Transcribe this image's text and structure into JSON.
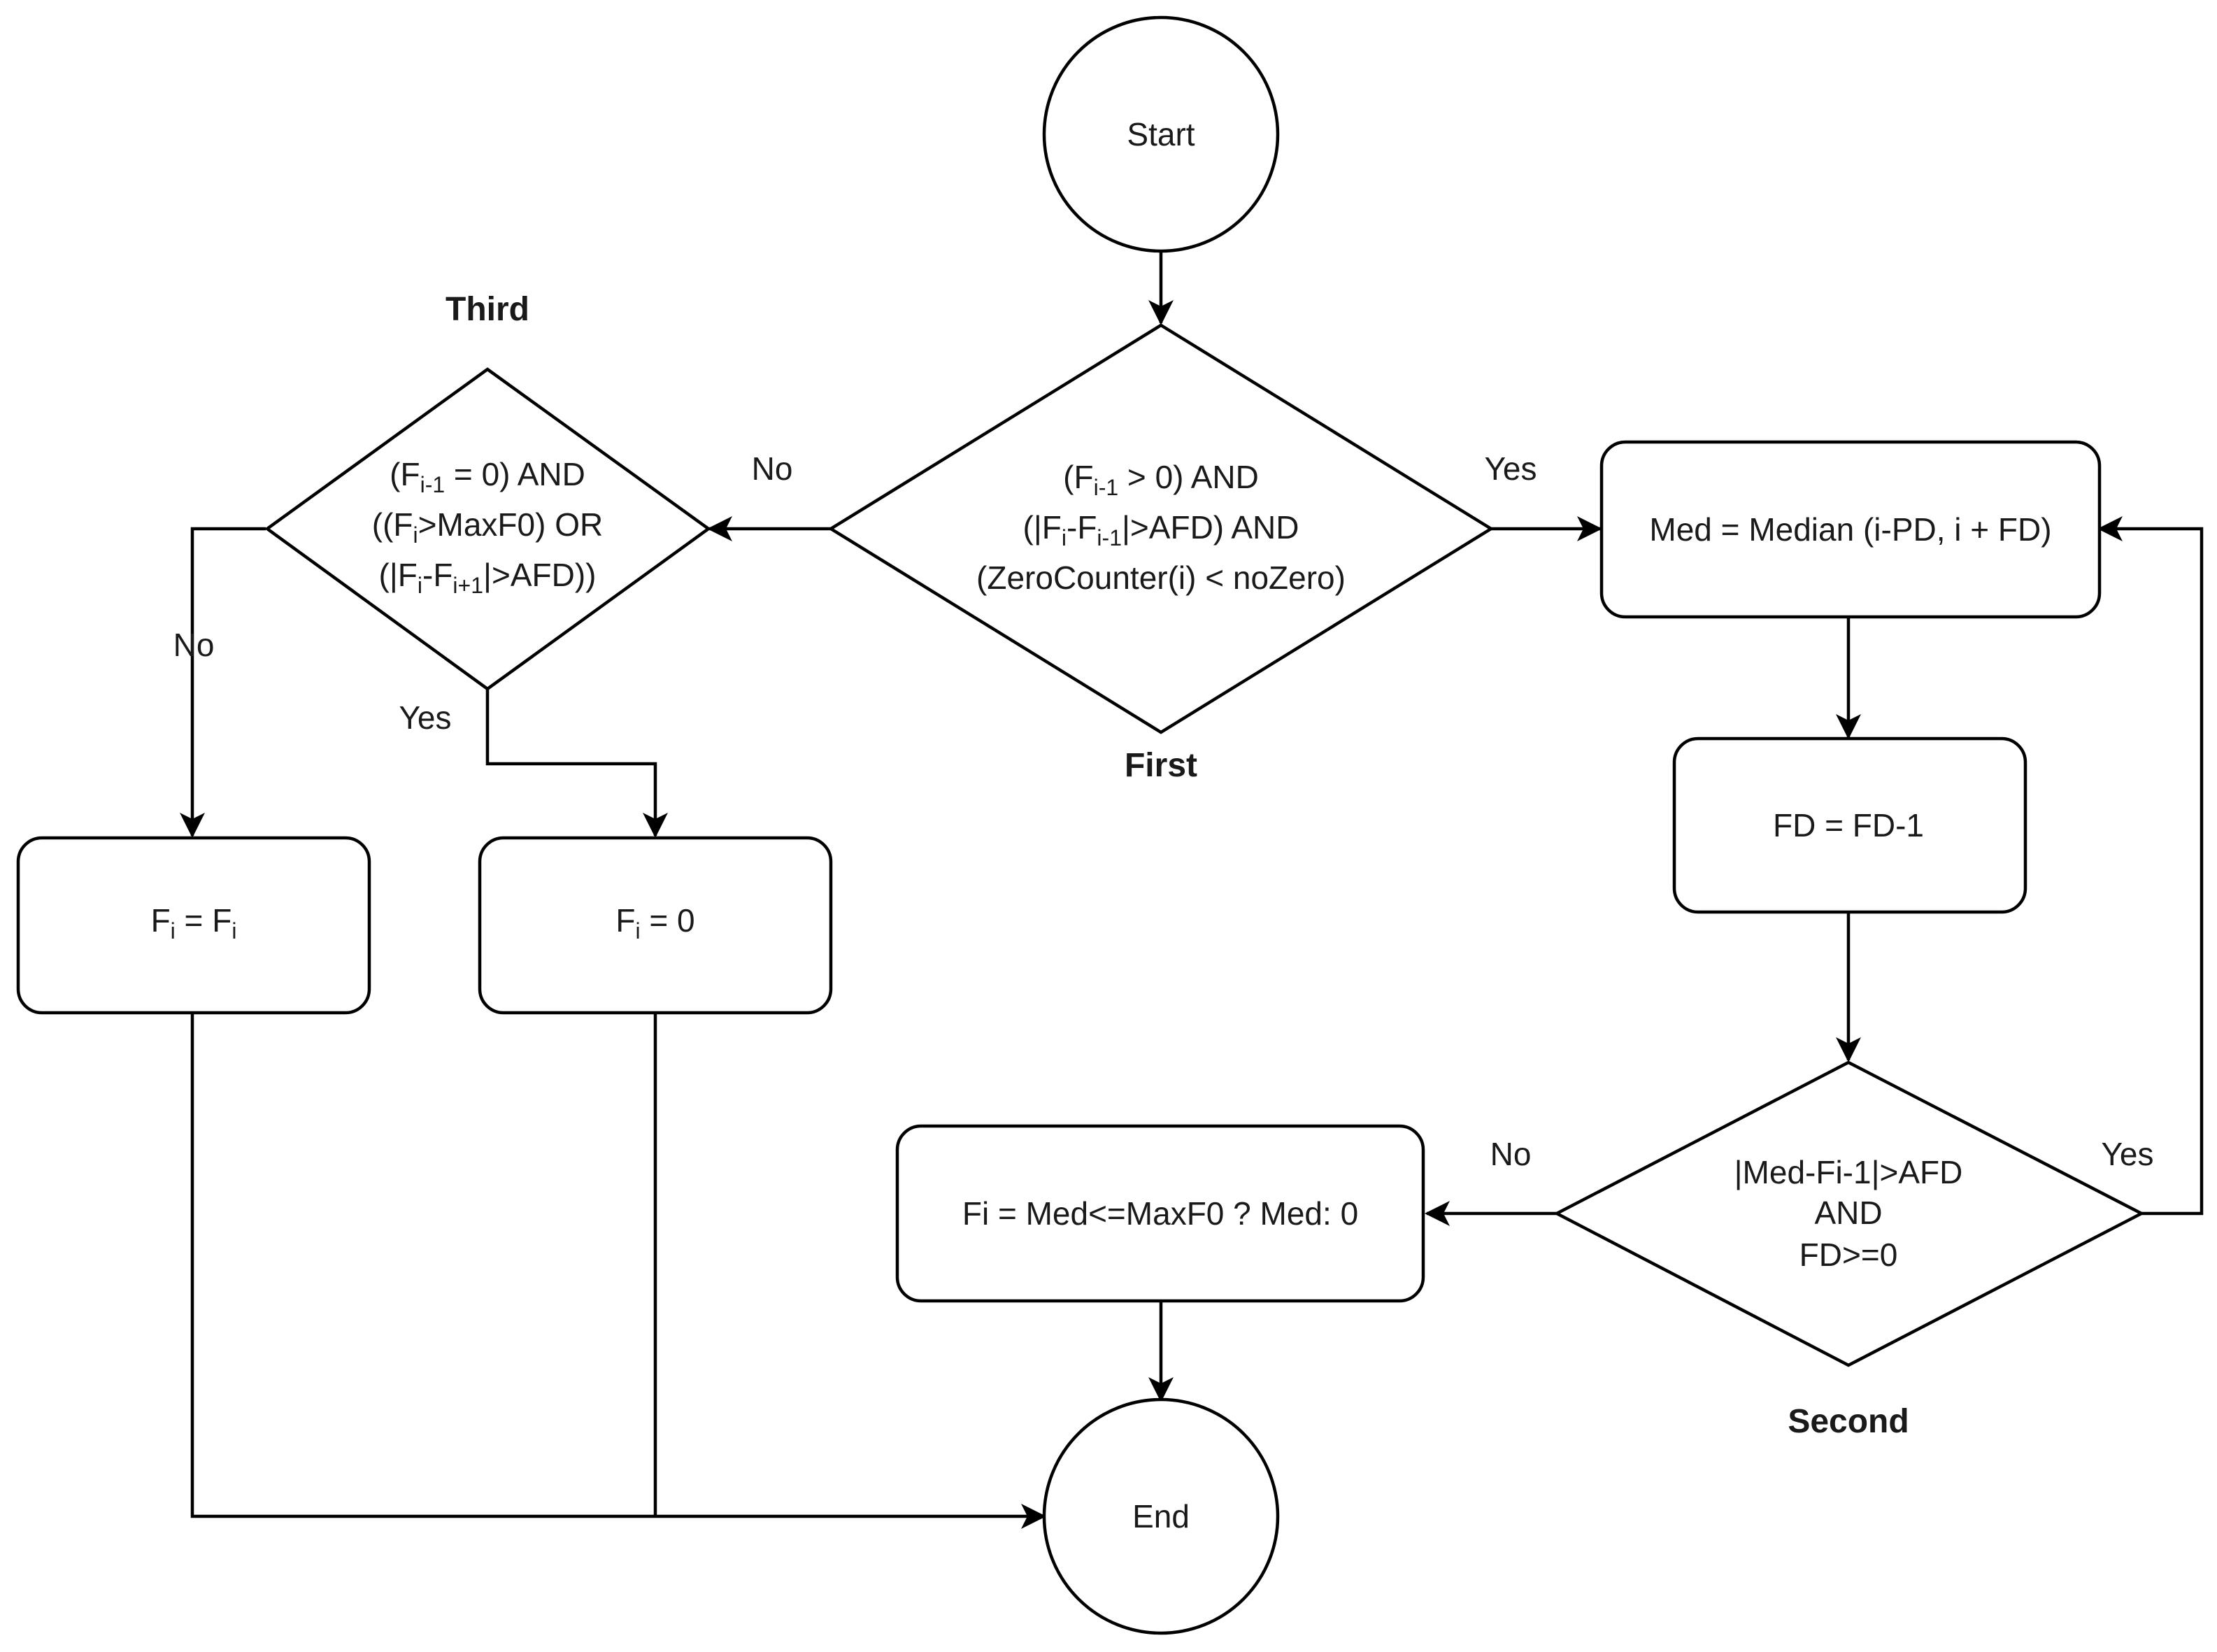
{
  "nodes": {
    "start": {
      "label": "Start"
    },
    "end": {
      "label": "End"
    },
    "first": {
      "title": "First",
      "line1": {
        "a": "(F",
        "sub": "i-1",
        "b": " > 0) AND"
      },
      "line2": {
        "a": "(|F",
        "s1": "i",
        "b": "-F",
        "s2": "i-1",
        "c": "|>AFD) AND"
      },
      "line3": "(ZeroCounter(i) < noZero)"
    },
    "third": {
      "title": "Third",
      "line1": {
        "a": "(F",
        "sub": "i-1",
        "b": " = 0) AND"
      },
      "line2": {
        "a": "((F",
        "sub": "i",
        "b": ">MaxF0) OR"
      },
      "line3": {
        "a": "(|F",
        "s1": "i",
        "b": "-F",
        "s2": "i+1",
        "c": "|>AFD))"
      }
    },
    "second": {
      "title": "Second",
      "line1": "|Med-Fi-1|>AFD",
      "line2": "AND",
      "line3": "FD>=0"
    },
    "med": {
      "label": "Med = Median (i-PD, i + FD)"
    },
    "fd": {
      "label": "FD = FD-1"
    },
    "fi_keep": {
      "a": "F",
      "s1": "i",
      "b": " = F",
      "s2": "i"
    },
    "fi_zero": {
      "a": "F",
      "s1": "i",
      "b": " = 0"
    },
    "fi_med": {
      "label": "Fi = Med<=MaxF0 ? Med: 0"
    }
  },
  "edge_labels": {
    "first_yes": "Yes",
    "first_no": "No",
    "third_no": "No",
    "third_yes": "Yes",
    "second_no": "No",
    "second_yes": "Yes"
  }
}
